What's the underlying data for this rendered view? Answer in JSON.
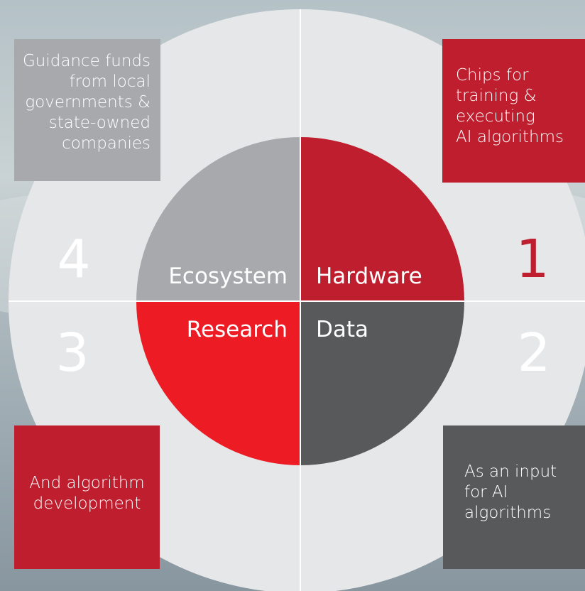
{
  "diagram": {
    "center_labels": {
      "ecosystem": "Ecosystem",
      "hardware": "Hardware",
      "research": "Research",
      "data": "Data"
    },
    "numbers": {
      "one": "1",
      "two": "2",
      "three": "3",
      "four": "4"
    },
    "callouts": {
      "ecosystem": "Guidance funds\nfrom local\ngovernments &\nstate-owned\ncompanies",
      "hardware": "Chips for\ntraining &\nexecuting\nAI algorithms",
      "research": "And algorithm\ndevelopment",
      "data": "As an input\nfor AI\nalgorithms"
    }
  },
  "colors": {
    "ring": "#e6e7e8",
    "grey": "#a7a9ac",
    "dark_red": "#be1e2d",
    "bright_red": "#ed1c24",
    "charcoal": "#58595b",
    "white": "#ffffff"
  }
}
